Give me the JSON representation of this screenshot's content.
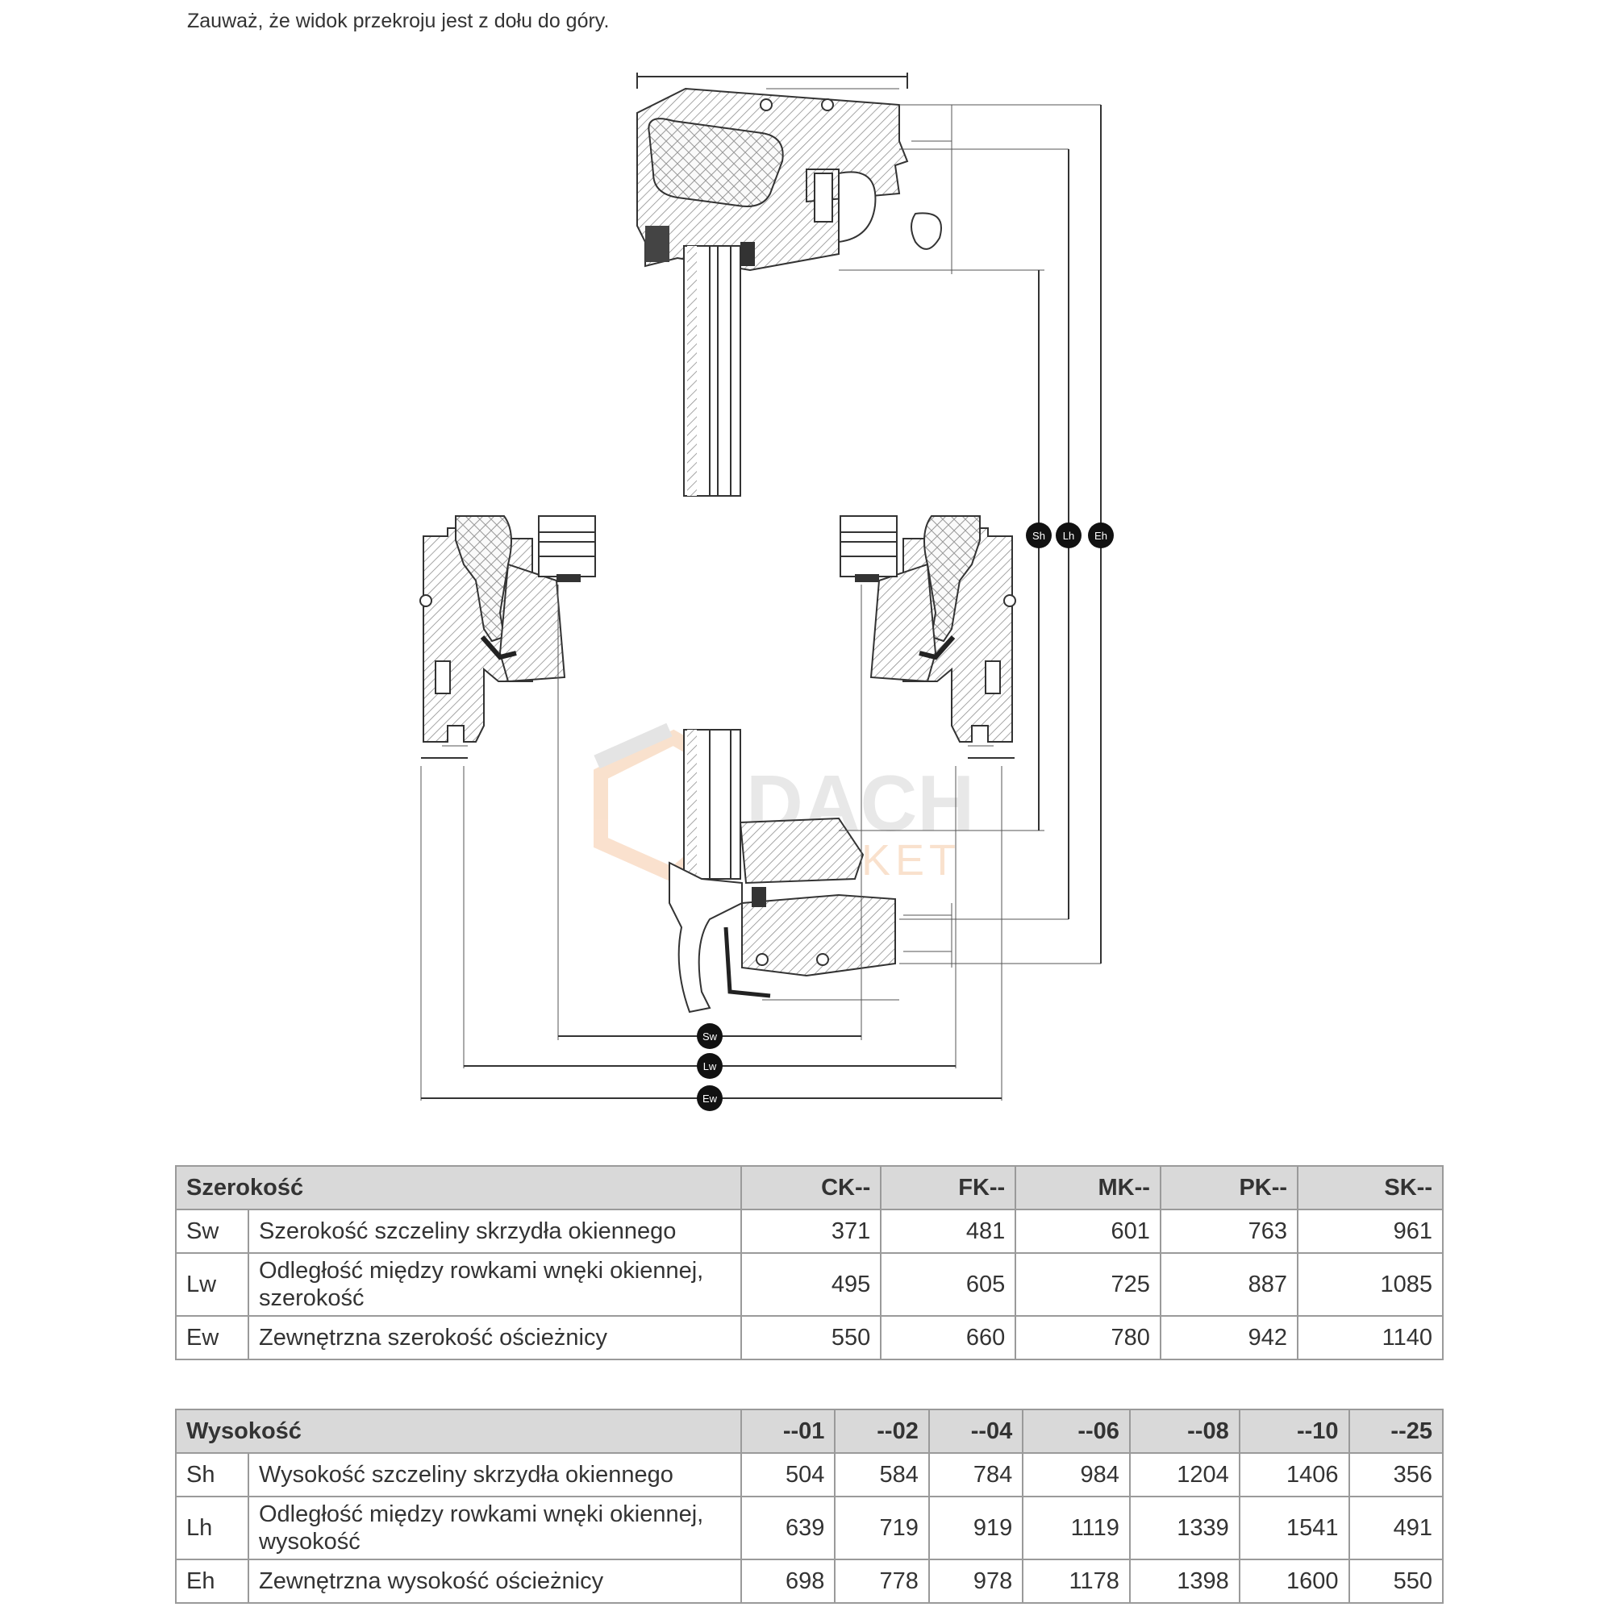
{
  "note": "Zauważ, że widok przekroju jest z dołu do góry.",
  "markers": {
    "sh": "Sh",
    "lh": "Lh",
    "eh": "Eh",
    "sw": "Sw",
    "lw": "Lw",
    "ew": "Ew"
  },
  "watermark": {
    "line1": "DACH",
    "line2": "MARKET",
    "color": "#f5c9a5"
  },
  "width_table": {
    "title": "Szerokość",
    "columns": [
      "CK--",
      "FK--",
      "MK--",
      "PK--",
      "SK--"
    ],
    "rows": [
      {
        "code": "Sw",
        "label": "Szerokość szczeliny skrzydła okiennego",
        "values": [
          "371",
          "481",
          "601",
          "763",
          "961"
        ]
      },
      {
        "code": "Lw",
        "label": "Odległość między rowkami wnęki okiennej, szerokość",
        "values": [
          "495",
          "605",
          "725",
          "887",
          "1085"
        ]
      },
      {
        "code": "Ew",
        "label": "Zewnętrzna szerokość ościeżnicy",
        "values": [
          "550",
          "660",
          "780",
          "942",
          "1140"
        ]
      }
    ]
  },
  "height_table": {
    "title": "Wysokość",
    "columns": [
      "--01",
      "--02",
      "--04",
      "--06",
      "--08",
      "--10",
      "--25"
    ],
    "rows": [
      {
        "code": "Sh",
        "label": "Wysokość szczeliny skrzydła okiennego",
        "values": [
          "504",
          "584",
          "784",
          "984",
          "1204",
          "1406",
          "356"
        ]
      },
      {
        "code": "Lh",
        "label": "Odległość między rowkami wnęki okiennej, wysokość",
        "values": [
          "639",
          "719",
          "919",
          "1119",
          "1339",
          "1541",
          "491"
        ]
      },
      {
        "code": "Eh",
        "label": "Zewnętrzna wysokość ościeżnicy",
        "values": [
          "698",
          "778",
          "978",
          "1178",
          "1398",
          "1600",
          "550"
        ]
      }
    ]
  }
}
